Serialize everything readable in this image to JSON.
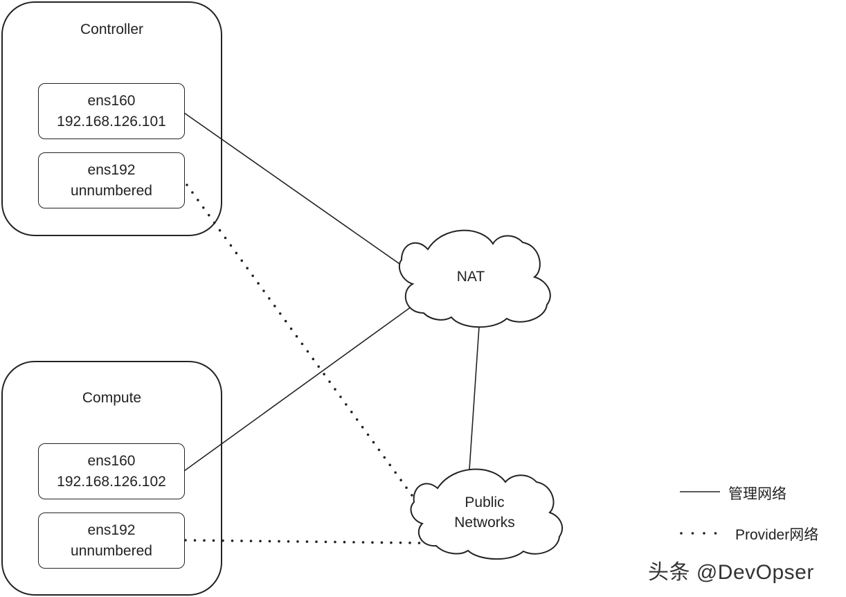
{
  "diagram": {
    "hosts": [
      {
        "id": "controller",
        "title": "Controller",
        "interfaces": [
          {
            "name": "ens160",
            "address": "192.168.126.101",
            "network": "management"
          },
          {
            "name": "ens192",
            "address": "unnumbered",
            "network": "provider"
          }
        ]
      },
      {
        "id": "compute",
        "title": "Compute",
        "interfaces": [
          {
            "name": "ens160",
            "address": "192.168.126.102",
            "network": "management"
          },
          {
            "name": "ens192",
            "address": "unnumbered",
            "network": "provider"
          }
        ]
      }
    ],
    "clouds": [
      {
        "id": "nat",
        "lines": [
          "NAT"
        ]
      },
      {
        "id": "public",
        "lines": [
          "Public",
          "Networks"
        ]
      }
    ],
    "edges": [
      {
        "from": "controller.ens160",
        "to": "nat",
        "style": "solid"
      },
      {
        "from": "compute.ens160",
        "to": "nat",
        "style": "solid"
      },
      {
        "from": "nat",
        "to": "public",
        "style": "solid"
      },
      {
        "from": "controller.ens192",
        "to": "public",
        "style": "dotted"
      },
      {
        "from": "compute.ens192",
        "to": "public",
        "style": "dotted"
      }
    ]
  },
  "legend": {
    "items": [
      {
        "style": "solid",
        "label": "管理网络"
      },
      {
        "style": "dotted",
        "label": "Provider网络"
      }
    ]
  },
  "watermark": "头条 @DevOpser",
  "colors": {
    "stroke": "#222222",
    "background": "#ffffff",
    "text": "#222222"
  }
}
